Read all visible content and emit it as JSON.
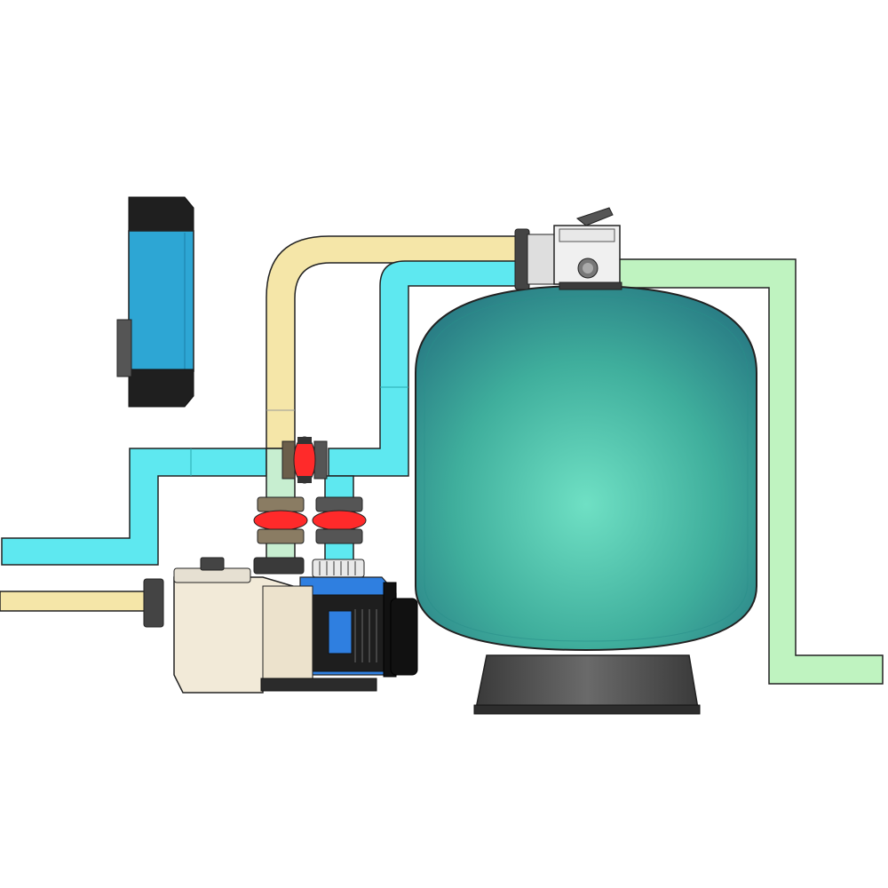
{
  "diagram": {
    "title": "",
    "components": [
      {
        "id": "heat-pump",
        "icon": "heat-pump-icon"
      },
      {
        "id": "pump",
        "icon": "pump-icon"
      },
      {
        "id": "sand-filter",
        "icon": "sand-filter-tank-icon"
      },
      {
        "id": "multiport-valve",
        "icon": "multiport-valve-icon"
      },
      {
        "id": "ball-valves",
        "icon": "ball-valve-icon"
      },
      {
        "id": "check-valve",
        "icon": "check-valve-icon"
      }
    ]
  },
  "colors": {
    "pipe_suction": "#f5e6a8",
    "pipe_return": "#5ee8f0",
    "pipe_waste": "#bff3c0",
    "filter_tank": "#3fae9c",
    "filter_base": "#4a4a4a",
    "heat_pump_body": "#2da6d4",
    "heat_pump_cap": "#222222",
    "pump_body": "#f2ead8",
    "pump_motor": "#1e1e1e",
    "pump_blue": "#2f7fe0",
    "valve_red": "#ff2a2a",
    "valve_head": "#f0f0f0",
    "outline": "#222222"
  }
}
